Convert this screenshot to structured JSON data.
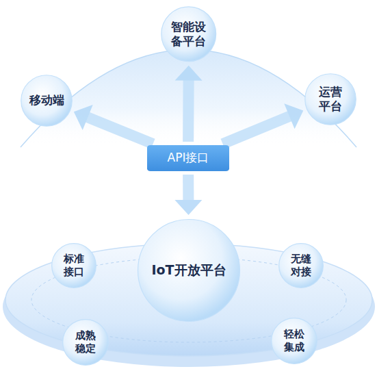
{
  "diagram": {
    "nodes": [
      {
        "text": [
          "智能设 备平台"
        ]
      },
      {
        "text": [
          "移动端"
        ]
      },
      {
        "text": [
          "运营 平台"
        ]
      },
      {
        "text": [
          "API接口"
        ]
      },
      {
        "text": [
          "标准 接口"
        ]
      },
      {
        "text": [
          "IoT开放平台"
        ]
      },
      {
        "text": [
          "无缝 对接"
        ]
      },
      {
        "text": [
          "成熟 稳定"
        ]
      },
      {
        "text": [
          "轻松 集成"
        ]
      }
    ],
    "edges": [
      {
        "from": 3,
        "to": 0,
        "arrow": "to"
      },
      {
        "from": 3,
        "to": 1,
        "arrow": "to"
      },
      {
        "from": 3,
        "to": 2,
        "arrow": "to"
      },
      {
        "from": 3,
        "to": 5,
        "arrow": "to"
      }
    ]
  }
}
